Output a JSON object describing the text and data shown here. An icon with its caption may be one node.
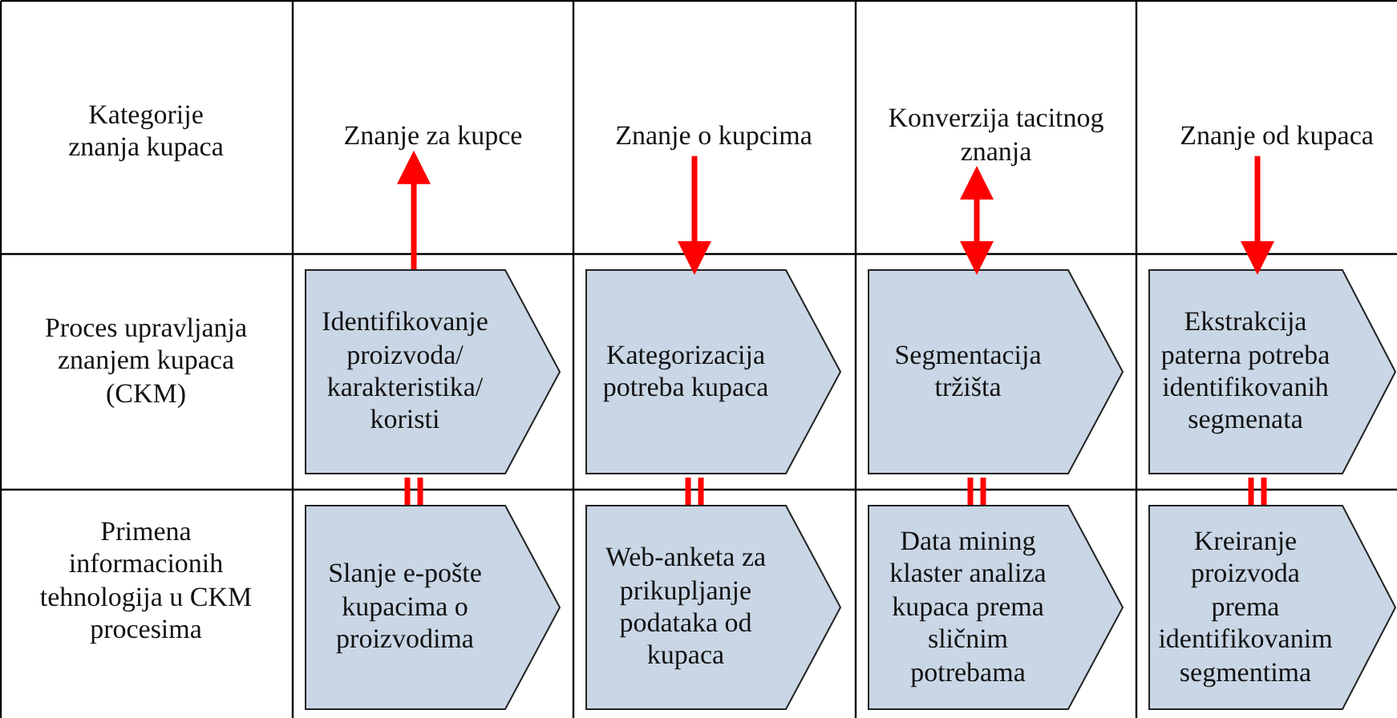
{
  "diagram": {
    "nodes": [
      {
        "text": [
          "Znanje za kupce"
        ]
      },
      {
        "text": [
          "Znanje o kupcima"
        ]
      },
      {
        "text": [
          "Konverzija tacitnog znanja"
        ]
      },
      {
        "text": [
          "Znanje od kupaca"
        ]
      },
      {
        "text": [
          "Identifikovanje proizvoda/ karakteristika/ koristi"
        ]
      },
      {
        "text": [
          "Kategorizacija potreba kupaca"
        ]
      },
      {
        "text": [
          "Segmentacija tržišta"
        ]
      },
      {
        "text": [
          "Ekstrakcija paterna potreba identifikovanih segmenata"
        ]
      },
      {
        "text": [
          "Slanje e-pošte kupacima o proizvodima"
        ]
      },
      {
        "text": [
          "Web-anketa za prikupljanje podataka od kupaca"
        ]
      },
      {
        "text": [
          "Data mining klaster analiza kupaca prema sličnim potrebama"
        ]
      },
      {
        "text": [
          "Kreiranje proizvoda prema identifikovanim segmentima"
        ]
      }
    ],
    "edges": [
      {
        "from": 4,
        "to": 0,
        "arrow": "to"
      },
      {
        "from": 1,
        "to": 5,
        "arrow": "to"
      },
      {
        "from": 2,
        "to": 6,
        "arrow": "both"
      },
      {
        "from": 3,
        "to": 7,
        "arrow": "to"
      },
      {
        "from": 4,
        "to": 8,
        "arrow": "none"
      },
      {
        "from": 5,
        "to": 9,
        "arrow": "none"
      },
      {
        "from": 6,
        "to": 10,
        "arrow": "none"
      },
      {
        "from": 7,
        "to": 11,
        "arrow": "none"
      }
    ],
    "labels": [
      "Kategorije znanja kupaca",
      "Proces upravljanja znanjem kupaca (CKM)",
      "Primena informacionih tehnologija u CKM procesima"
    ]
  }
}
